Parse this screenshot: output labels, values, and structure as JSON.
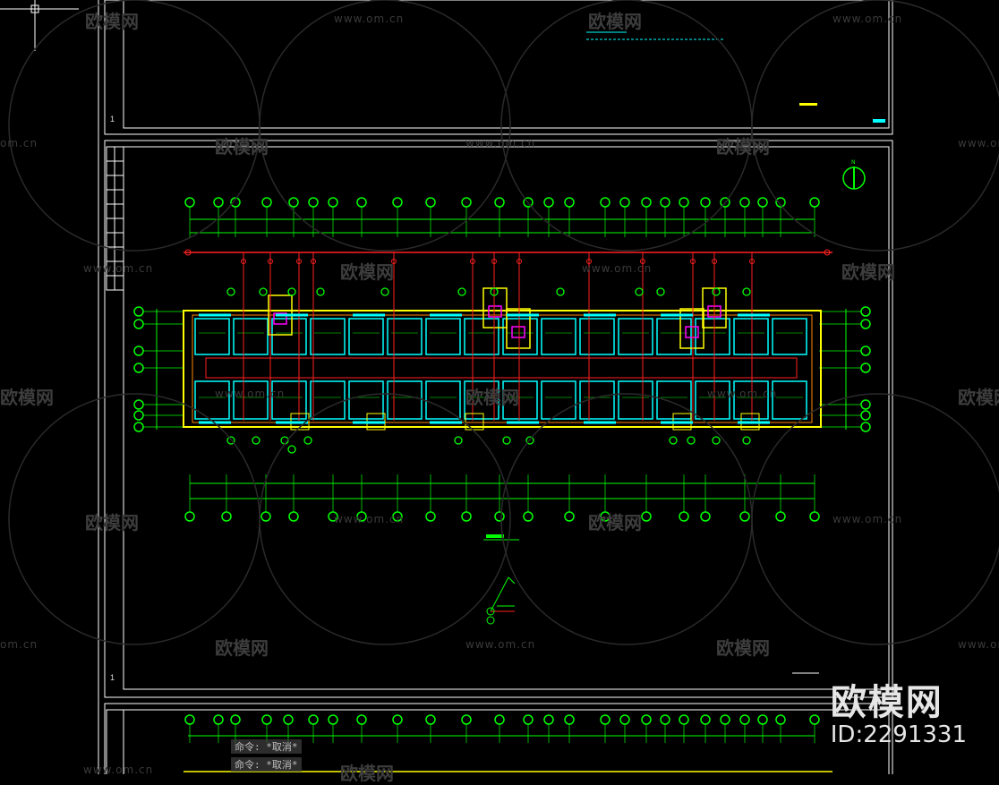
{
  "watermark": {
    "brand": "欧模网",
    "site": "www.om.cn",
    "site_partial": "om.cn"
  },
  "logo": {
    "name": "欧模网",
    "id": "ID:2291331"
  },
  "command_lines": [
    "命令: *取消*",
    "命令: *取消*"
  ],
  "sheet_numbers": [
    "1",
    "1"
  ],
  "colors": {
    "background": "#000000",
    "frame": "#ffffff",
    "grid": "#00ff00",
    "wall": "#ffff00",
    "pipe": "#ff2020",
    "room": "#00ffff",
    "stair": "#ff00ff",
    "watermark": "#3a3a3a"
  },
  "icons": [
    "crosshair-cursor-icon",
    "north-arrow-icon",
    "sofa-logo-icon"
  ]
}
